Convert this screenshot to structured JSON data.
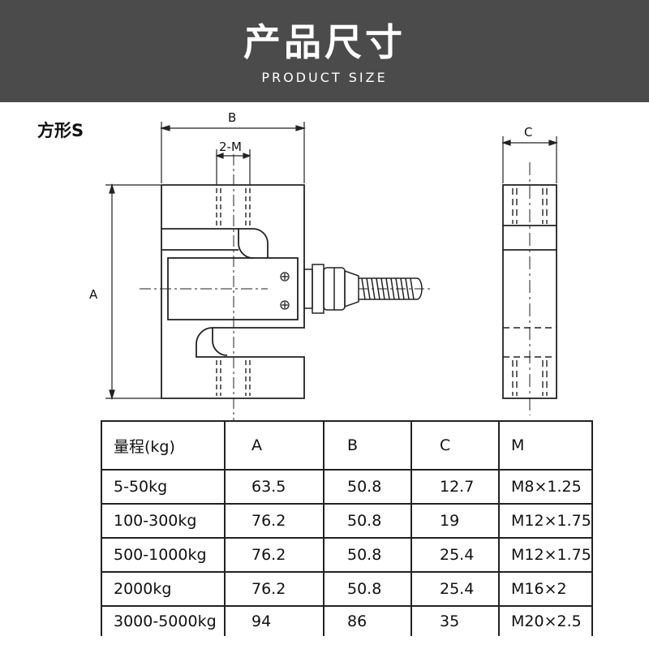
{
  "header": {
    "title": "产品尺寸",
    "subtitle": "PRODUCT SIZE"
  },
  "drawing": {
    "section_label": "方形S",
    "dim_labels": {
      "a": "A",
      "b": "B",
      "c": "C",
      "m": "2-M"
    }
  },
  "table": {
    "headers": [
      "量程(kg)",
      "A",
      "B",
      "C",
      "M"
    ],
    "rows": [
      [
        "5-50kg",
        "63.5",
        "50.8",
        "12.7",
        "M8×1.25"
      ],
      [
        "100-300kg",
        "76.2",
        "50.8",
        "19",
        "M12×1.75"
      ],
      [
        "500-1000kg",
        "76.2",
        "50.8",
        "25.4",
        "M12×1.75"
      ],
      [
        "2000kg",
        "76.2",
        "50.8",
        "25.4",
        "M16×2"
      ],
      [
        "3000-5000kg",
        "94",
        "86",
        "35",
        "M20×2.5"
      ]
    ]
  }
}
